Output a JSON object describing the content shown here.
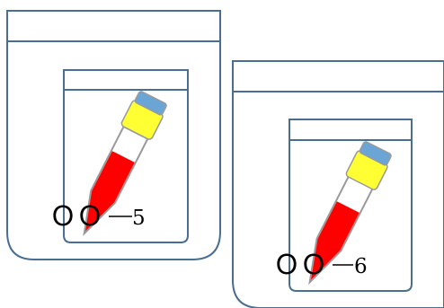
{
  "specimens": [
    {
      "id": "specimen-1",
      "circles": "ＯＯ",
      "number": "5"
    },
    {
      "id": "specimen-2",
      "circles": "ＯＯ",
      "number": "6"
    }
  ],
  "colors": {
    "bag_outline": "#4a6d92",
    "tube_red": "#ff0000",
    "cap_yellow": "#ffff33",
    "cap_blue": "#6aa5d6",
    "tube_outline": "#9a9a9a"
  }
}
